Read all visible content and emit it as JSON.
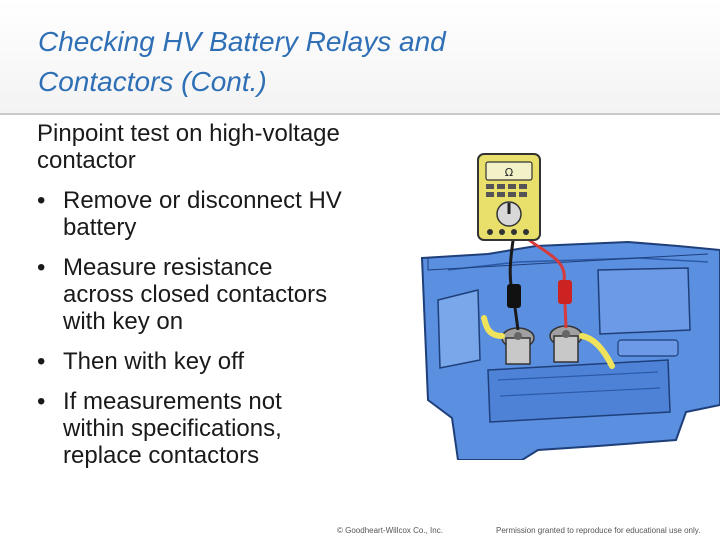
{
  "slide": {
    "title_lines": [
      "Checking HV Battery Relays and",
      "Contactors (Cont.)"
    ],
    "intro_lines": [
      "Pinpoint test on high-voltage",
      "contactor"
    ],
    "bullets": [
      {
        "lines": [
          "Remove or disconnect HV",
          "battery"
        ]
      },
      {
        "lines": [
          "Measure resistance",
          "across closed contactors",
          "with key on"
        ]
      },
      {
        "lines": [
          "Then with key off"
        ]
      },
      {
        "lines": [
          "If measurements not",
          "within specifications,",
          "replace contactors"
        ]
      }
    ],
    "bullet_glyph": "•"
  },
  "figure": {
    "meter_symbol": "Ω",
    "colors": {
      "meter_body": "#e8e06a",
      "engine_blue": "#5b8fe0",
      "red_lead": "#d63a3a",
      "black_lead": "#1a1a1a",
      "yellow_wire": "#efe35c"
    }
  },
  "footer": {
    "copyright": "© Goodheart-Willcox Co., Inc.",
    "permission": "Permission granted to reproduce for educational use only."
  }
}
